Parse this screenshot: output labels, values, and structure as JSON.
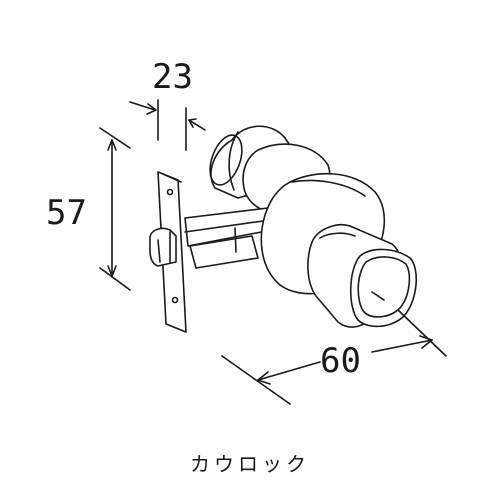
{
  "dimensions": {
    "width_label": "23",
    "height_label": "57",
    "length_label": "60"
  },
  "caption": "カウロック"
}
